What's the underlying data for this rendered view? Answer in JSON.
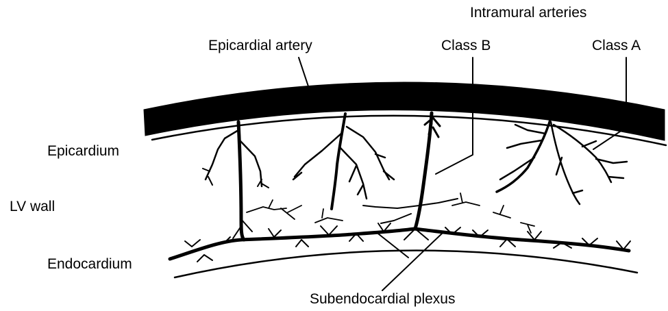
{
  "labels": {
    "intramural_arteries": "Intramural arteries",
    "epicardial_artery": "Epicardial artery",
    "class_b": "Class B",
    "class_a": "Class A",
    "epicardium": "Epicardium",
    "lv_wall": "LV wall",
    "endocardium": "Endocardium",
    "subendocardial_plexus": "Subendocardial plexus"
  },
  "colors": {
    "ink": "#000000",
    "background": "#ffffff"
  }
}
